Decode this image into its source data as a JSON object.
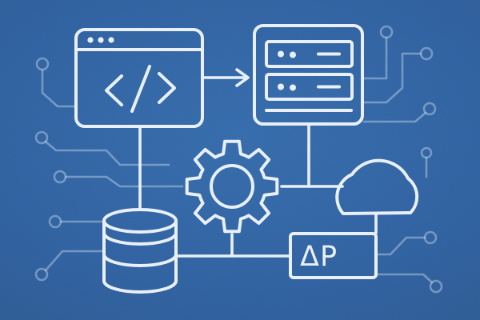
{
  "scene": {
    "description": "Blueprint-style line illustration of a software architecture on a blue background with circuit-board traces",
    "colors": {
      "background": "#336aab",
      "line": "#e8eff7",
      "trace": "#cfe0f0"
    },
    "nodes": {
      "code_window": {
        "name": "browser code window",
        "symbol": "</>"
      },
      "server": {
        "name": "server rack"
      },
      "gear": {
        "name": "gear"
      },
      "database": {
        "name": "database cylinder"
      },
      "cloud": {
        "name": "cloud"
      },
      "delta_p_box": {
        "name": "delta-p box",
        "label": "ΔP"
      }
    },
    "connections": [
      "code window → server (arrow)",
      "code window → database",
      "server → cloud",
      "database → delta-p box",
      "gear → database–delta-p line",
      "cloud → delta-p box"
    ]
  }
}
